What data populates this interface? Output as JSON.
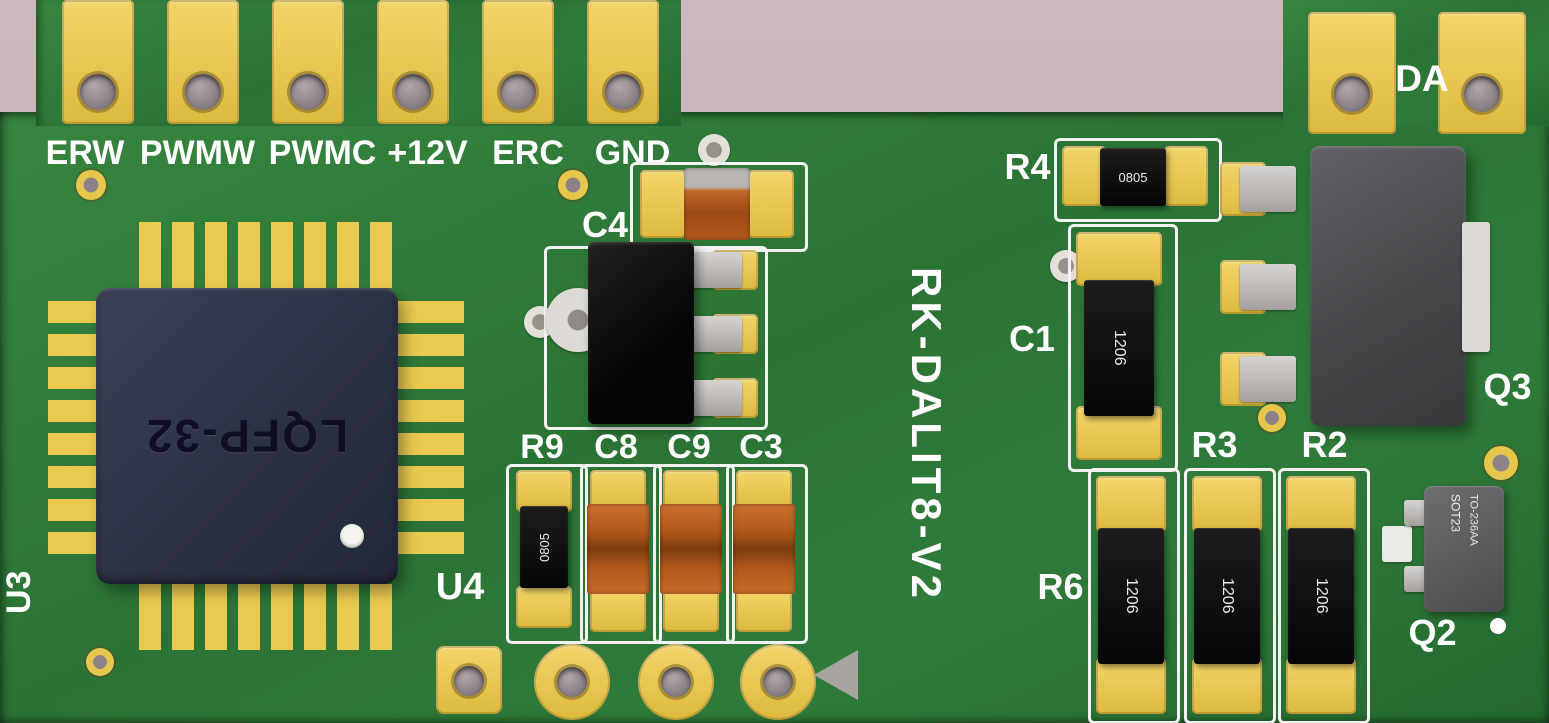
{
  "board": {
    "title": "RK-DALIT8-V2"
  },
  "palette": {
    "background_pink": "#c4b2b5",
    "pcb_green": "#2e7a3a",
    "pad_gold": "#e9c94f",
    "silkscreen_white": "#ffffff",
    "chip_navy": "#2f3347",
    "ceramic_orange": "#b2591c",
    "component_black": "#0d0d0d",
    "lead_gray": "#bdbab8"
  },
  "top_connector": {
    "labels": [
      "ERW",
      "PWMW",
      "PWMC",
      "+12V",
      "ERC",
      "GND"
    ]
  },
  "right_connector": {
    "label": "DA"
  },
  "refs": {
    "u3": "U3",
    "u4": "U4",
    "c4": "C4",
    "r9": "R9",
    "c8": "C8",
    "c9": "C9",
    "c3": "C3",
    "r4": "R4",
    "c1": "C1",
    "q3": "Q3",
    "r3": "R3",
    "r2": "R2",
    "r6": "R6",
    "q2": "Q2"
  },
  "markings": {
    "qfp": "LQFP-32",
    "r9": "0805",
    "r4": "0805",
    "c1": "1206",
    "r6": "1206",
    "r3": "1206",
    "r2": "1206",
    "q2_top": "SOT23",
    "q2_bottom": "TO-236AA"
  }
}
